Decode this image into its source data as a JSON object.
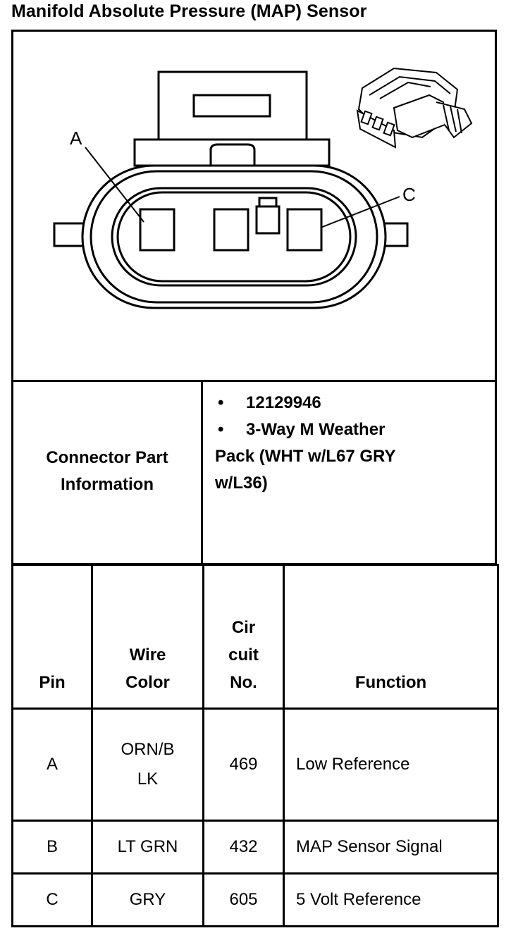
{
  "title": "Manifold Absolute Pressure (MAP) Sensor",
  "diagram": {
    "callouts": [
      "A",
      "C"
    ]
  },
  "connector_info": {
    "label_line1": "Connector Part",
    "label_line2": "Information",
    "bullets": [
      "12129946",
      "3-Way M Weather"
    ],
    "continuation_lines": [
      "Pack (WHT w/L67 GRY",
      "w/L36)"
    ]
  },
  "table": {
    "headers": {
      "pin": "Pin",
      "wire_color_1": "Wire",
      "wire_color_2": "Color",
      "circuit_1": "Cir",
      "circuit_2": "cuit",
      "circuit_3": "No.",
      "function": "Function"
    },
    "rows": [
      {
        "pin": "A",
        "wire_1": "ORN/B",
        "wire_2": "LK",
        "circuit": "469",
        "function": "Low Reference"
      },
      {
        "pin": "B",
        "wire_1": "LT GRN",
        "wire_2": "",
        "circuit": "432",
        "function": "MAP Sensor Signal"
      },
      {
        "pin": "C",
        "wire_1": "GRY",
        "wire_2": "",
        "circuit": "605",
        "function": "5 Volt Reference"
      }
    ]
  }
}
